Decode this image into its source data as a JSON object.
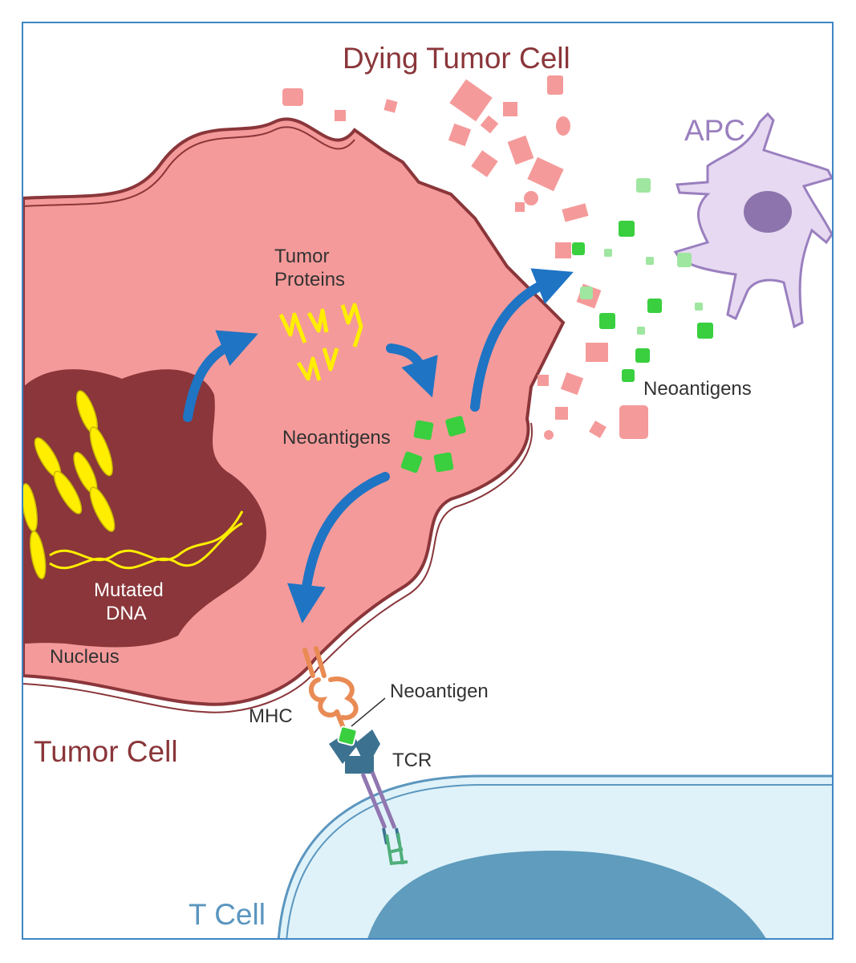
{
  "labels": {
    "dying_tumor_cell": "Dying Tumor Cell",
    "apc": "APC",
    "tumor_proteins_line1": "Tumor",
    "tumor_proteins_line2": "Proteins",
    "neoantigens_inside": "Neoantigens",
    "neoantigens_outside": "Neoantigens",
    "mutated_line1": "Mutated",
    "mutated_line2": "DNA",
    "nucleus": "Nucleus",
    "mhc": "MHC",
    "neoantigen": "Neoantigen",
    "tcr": "TCR",
    "tumor_cell": "Tumor Cell",
    "t_cell": "T Cell"
  },
  "colors": {
    "frame": "#3f86c4",
    "tumor_cytoplasm": "#f59a9a",
    "tumor_membrane": "#8a363a",
    "nucleus": "#8a363a",
    "chromosome": "#ffee00",
    "neoantigen": "#39cf3f",
    "neoantigen_light": "#9fe6a0",
    "arrow": "#1f74c4",
    "apc_body": "#e6d9f1",
    "apc_outline": "#9a7fbf",
    "apc_nucleus": "#8e74ac",
    "t_cell_body": "#dff2f9",
    "t_cell_membrane": "#5b96bf",
    "t_cell_nucleus": "#5f9cbd",
    "mhc": "#e98b54",
    "tcr_head": "#3c7290",
    "tcr_stalk": "#9077b0",
    "cd3": "#4fae7a"
  }
}
